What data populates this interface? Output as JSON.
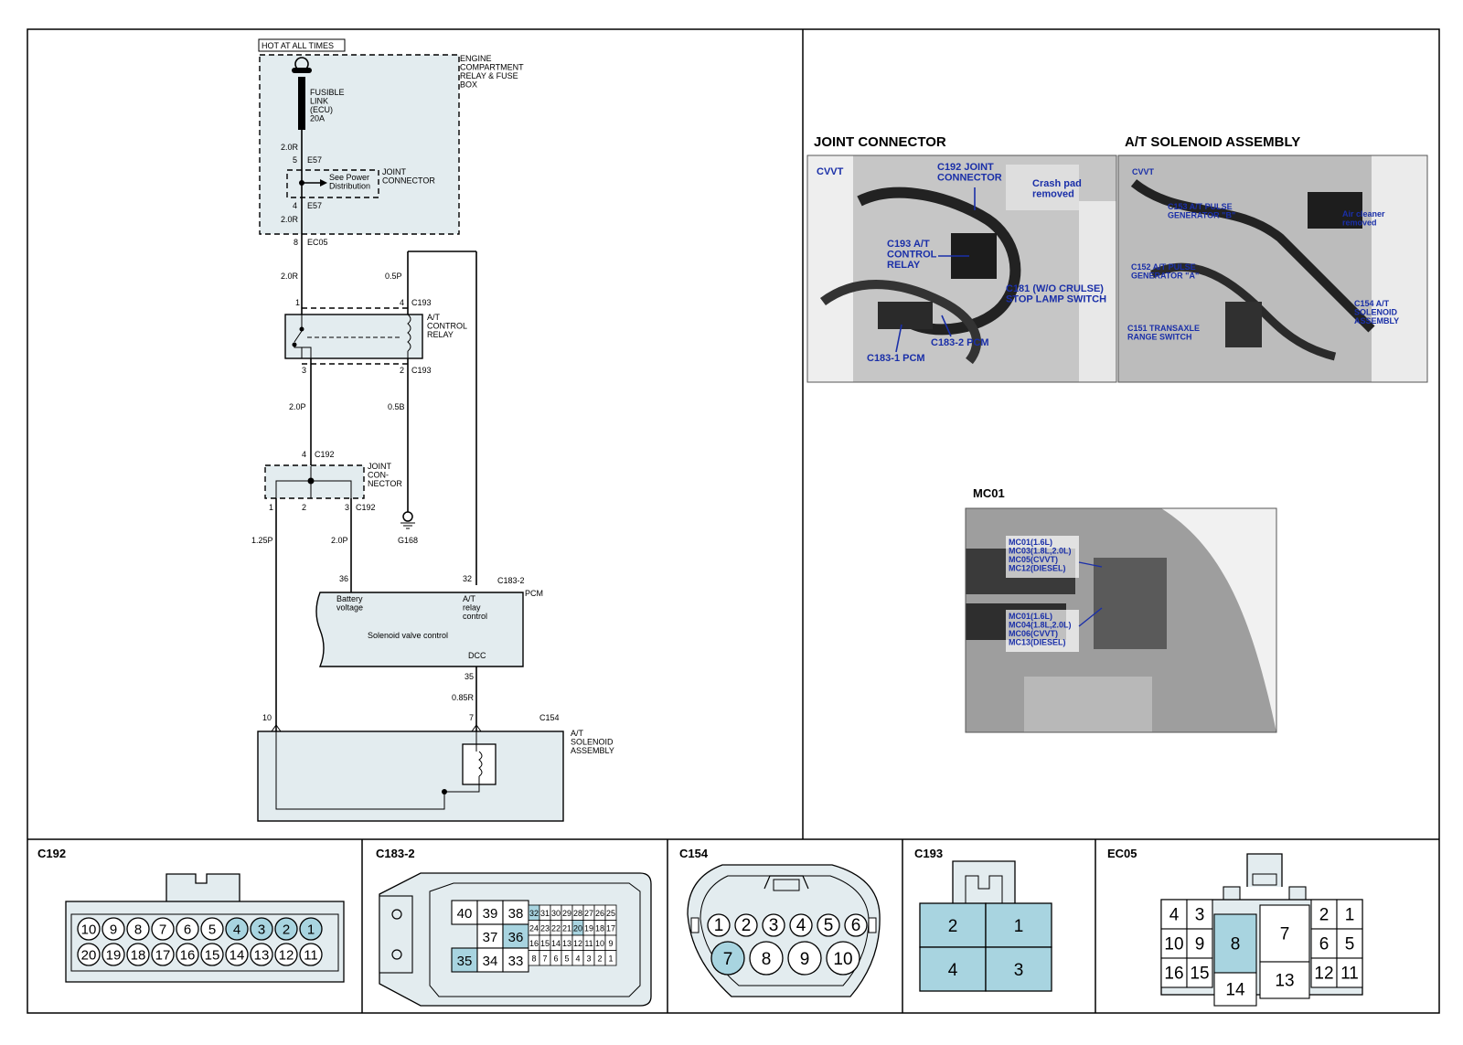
{
  "schematic": {
    "hot_label": "HOT AT ALL TIMES",
    "fusebox": {
      "name": "ENGINE\nCOMPARTMENT\nRELAY & FUSE\nBOX",
      "fuse": "FUSIBLE\nLINK\n(ECU)\n20A"
    },
    "top_joint": {
      "name": "JOINT\nCONNECTOR",
      "note": "See Power\nDistribution",
      "pin_top": "5",
      "pin_bottom": "4",
      "conn": "E57"
    },
    "wires": {
      "w1": "2.0R",
      "w2": "2.0R",
      "w3": "2.0R",
      "w4": "0.5P",
      "w5": "2.0P",
      "w6": "0.5B",
      "w7": "1.25P",
      "w8": "2.0P",
      "w9": "0.85R"
    },
    "ec05": {
      "pin": "8",
      "conn": "EC05"
    },
    "relay": {
      "name": "A/T\nCONTROL\nRELAY",
      "pin1": "1",
      "pin2": "2",
      "pin3": "3",
      "pin4": "4",
      "conn": "C193"
    },
    "joint2": {
      "name": "JOINT\nCON-\nNECTOR",
      "pin4": "4",
      "pin1": "1",
      "pin2": "2",
      "pin3": "3",
      "conn": "C192"
    },
    "ground": {
      "name": "G168"
    },
    "pcm": {
      "name": "PCM",
      "conn": "C183-2",
      "pin36": "36",
      "pin32": "32",
      "pin35": "35",
      "batt": "Battery\nvoltage",
      "relayctl": "A/T\nrelay\ncontrol",
      "svc": "Solenoid valve control",
      "dcc": "DCC"
    },
    "solenoid": {
      "name": "A/T\nSOLENOID\nASSEMBLY",
      "conn": "C154",
      "pin10": "10",
      "pin7": "7"
    }
  },
  "photos": {
    "joint_title": "JOINT CONNECTOR",
    "at_title": "A/T SOLENOID ASSEMBLY",
    "mc01_title": "MC01",
    "joint_labels": {
      "cvvt": "CVVT",
      "c192": "C192 JOINT\nCONNECTOR",
      "crash": "Crash pad\nremoved",
      "c193": "C193 A/T\nCONTROL\nRELAY",
      "c181": "C181 (W/O CRULSE)\nSTOP LAMP SWITCH",
      "c1832": "C183-2 PCM",
      "c1831": "C183-1 PCM"
    },
    "at_labels": {
      "cvvt": "CVVT",
      "c153": "C153 A/T PULSE\nGENERATOR \"B\"",
      "air": "Air cleaner\nremoved",
      "c152": "C152 A/T PULSE\nGENERATOR \"A\"",
      "c154": "C154 A/T\nSOLENOID\nASSEMBLY",
      "c151": "C151 TRANSAXLE\nRANGE SWITCH"
    },
    "mc_labels": {
      "top": "MC01(1.6L)\nMC03(1.8L,2.0L)\nMC05(CVVT)\nMC12(DIESEL)",
      "bottom": "MC01(1.6L)\nMC04(1.8L,2.0L)\nMC06(CVVT)\nMC13(DIESEL)"
    }
  },
  "connectors": {
    "c192": {
      "name": "C192",
      "row1": [
        "10",
        "9",
        "8",
        "7",
        "6",
        "5",
        "4",
        "3",
        "2",
        "1"
      ],
      "row2": [
        "20",
        "19",
        "18",
        "17",
        "16",
        "15",
        "14",
        "13",
        "12",
        "11"
      ],
      "hl": [
        "4",
        "3",
        "2",
        "1"
      ]
    },
    "c1832": {
      "name": "C183-2",
      "big1": [
        "40",
        "39",
        "38"
      ],
      "big2": [
        "37",
        "36"
      ],
      "big3": [
        "35",
        "34",
        "33"
      ],
      "r1": [
        "32",
        "31",
        "30",
        "29",
        "28",
        "27",
        "26",
        "25"
      ],
      "r2": [
        "24",
        "23",
        "22",
        "21",
        "20",
        "19",
        "18",
        "17"
      ],
      "r3": [
        "16",
        "15",
        "14",
        "13",
        "12",
        "11",
        "10",
        "9"
      ],
      "r4": [
        "8",
        "7",
        "6",
        "5",
        "4",
        "3",
        "2",
        "1"
      ],
      "hl": [
        "36",
        "35",
        "32",
        "20"
      ]
    },
    "c154": {
      "name": "C154",
      "row1": [
        "1",
        "2",
        "3",
        "4",
        "5",
        "6"
      ],
      "row2": [
        "7",
        "8",
        "9",
        "10"
      ],
      "hl": [
        "7"
      ]
    },
    "c193": {
      "name": "C193",
      "pins": [
        "2",
        "1",
        "4",
        "3"
      ]
    },
    "ec05": {
      "name": "EC05",
      "pins": {
        "p4": "4",
        "p3": "3",
        "p8": "8",
        "p7": "7",
        "p2": "2",
        "p1": "1",
        "p10": "10",
        "p9": "9",
        "p6": "6",
        "p5": "5",
        "p16": "16",
        "p15": "15",
        "p14": "14",
        "p13": "13",
        "p12": "12",
        "p11": "11"
      },
      "hl": [
        "8"
      ]
    }
  },
  "colors": {
    "highlight": "#a8d4e0",
    "fill": "#e3ecef",
    "photo_label": "#1a2fa8"
  }
}
